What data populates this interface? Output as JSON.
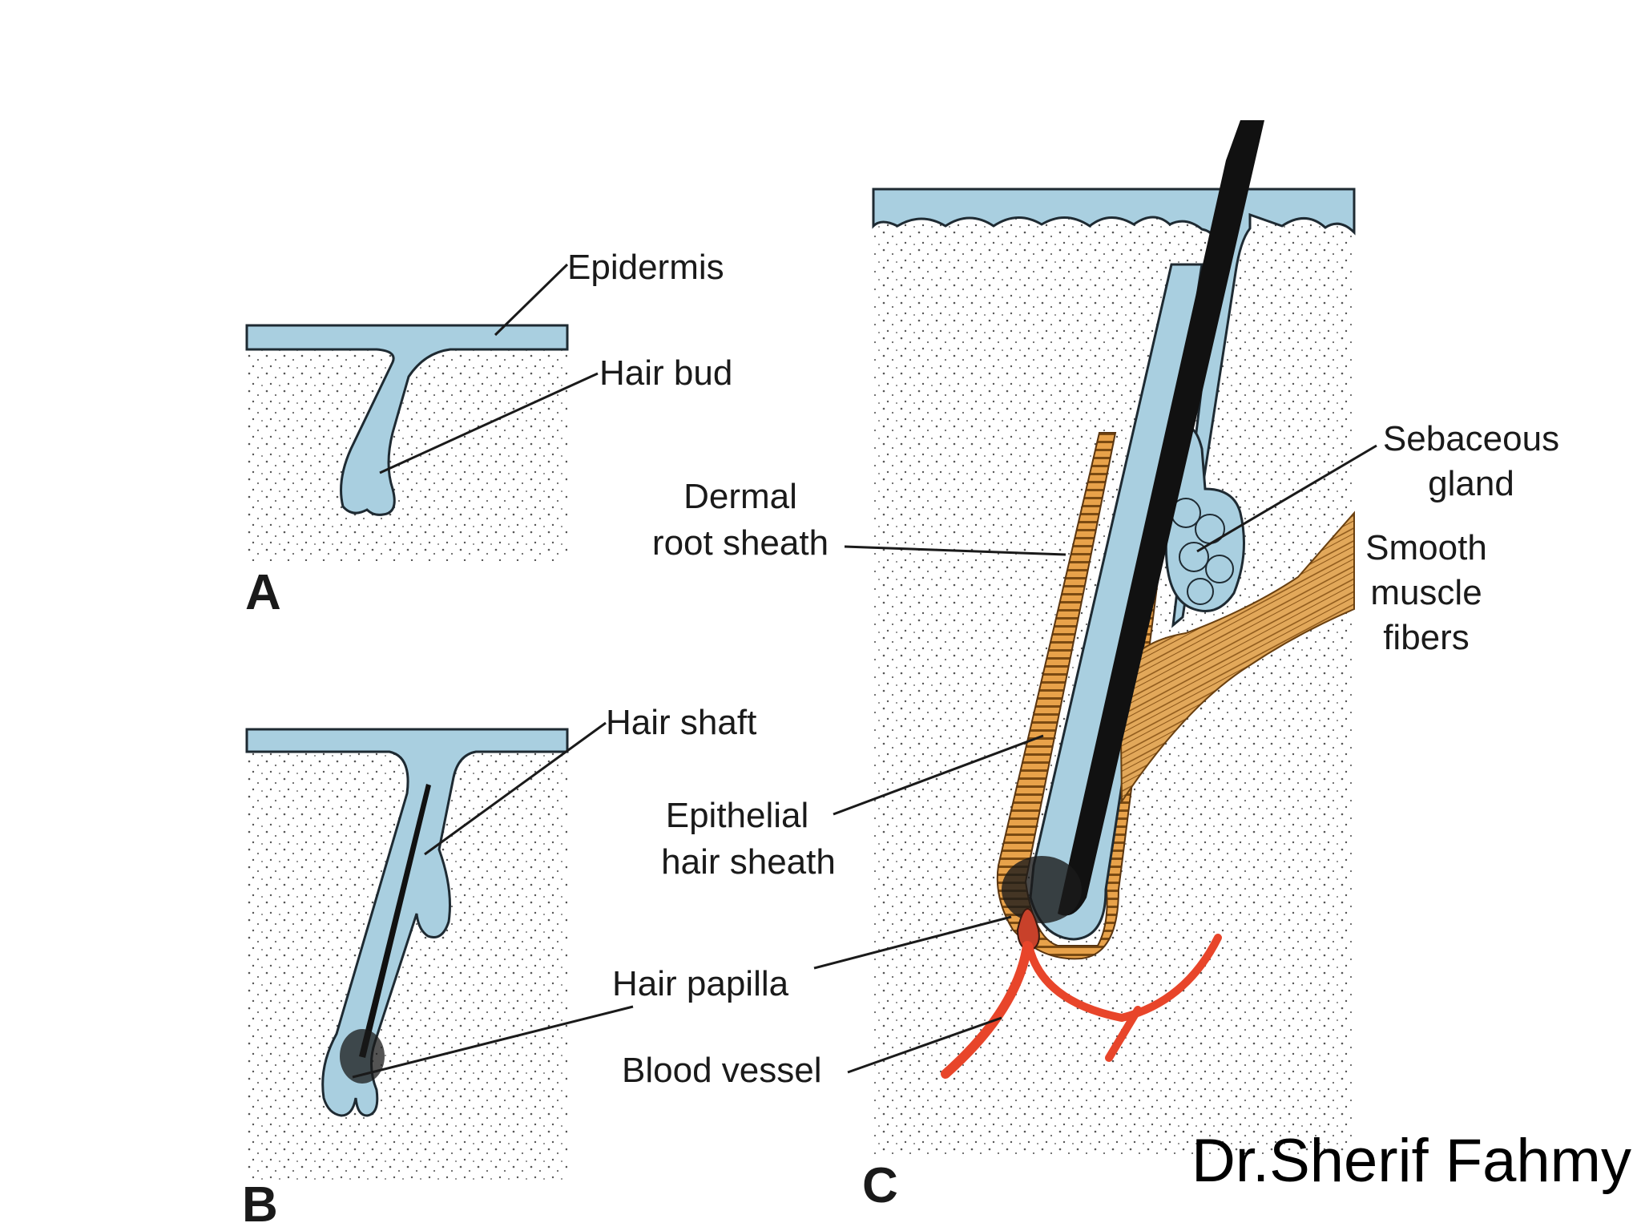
{
  "panels": {
    "a": "A",
    "b": "B",
    "c": "C"
  },
  "labels": {
    "epidermis": "Epidermis",
    "hair_bud": "Hair bud",
    "hair_shaft": "Hair shaft",
    "dermal_root_sheath": [
      "Dermal",
      "root sheath"
    ],
    "epithelial_hair_sheath": [
      "Epithelial",
      "hair sheath"
    ],
    "hair_papilla": "Hair papilla",
    "blood_vessel": "Blood vessel",
    "sebaceous_gland": [
      "Sebaceous",
      "gland"
    ],
    "smooth_muscle_fibers": [
      "Smooth",
      "muscle",
      "fibers"
    ]
  },
  "credit": "Dr.Sherif Fahmy",
  "colors": {
    "epithelium": "#a9cfe0",
    "hair": "#111111",
    "dermal_sheath": "#e8a24a",
    "muscle": "#e2a85a",
    "blood_vessel": "#e8452a"
  }
}
